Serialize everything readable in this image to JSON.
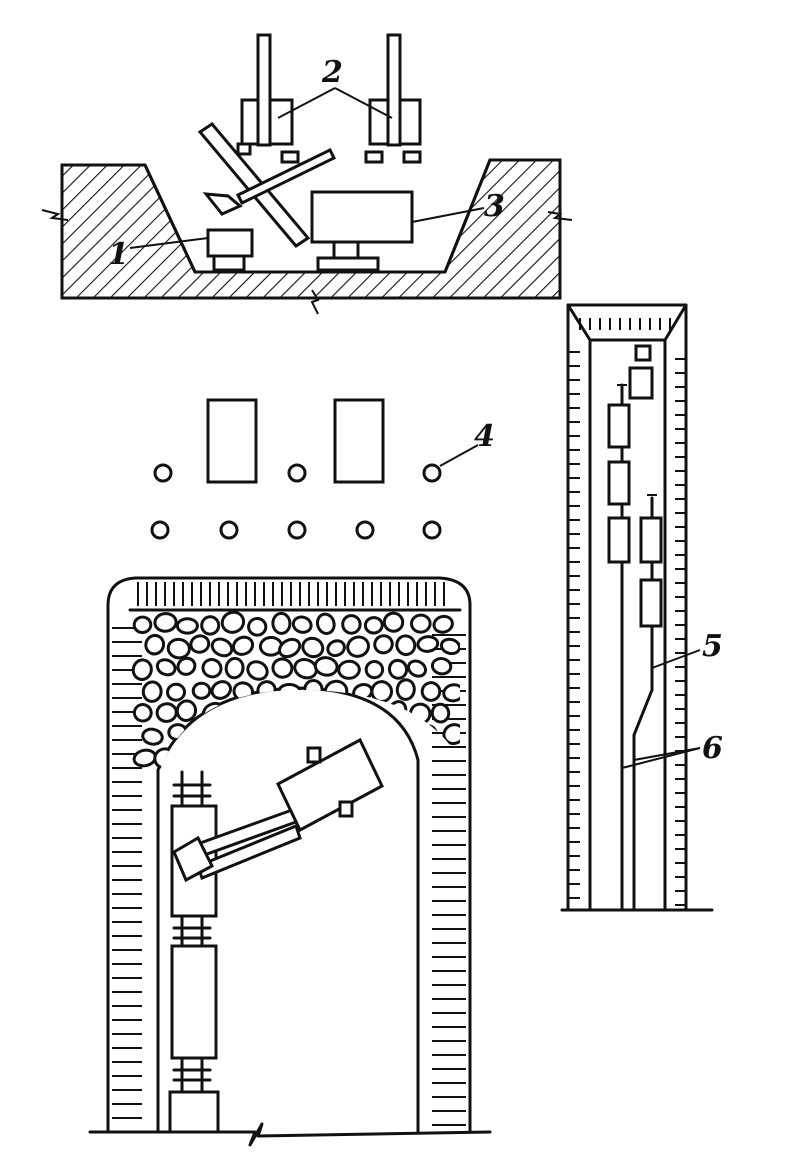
{
  "figure": {
    "labels": {
      "l1": "1",
      "l2": "2",
      "l3": "3",
      "l4": "4",
      "l5": "5",
      "l6": "6"
    },
    "ink_color": "#111111",
    "background": "#ffffff"
  }
}
